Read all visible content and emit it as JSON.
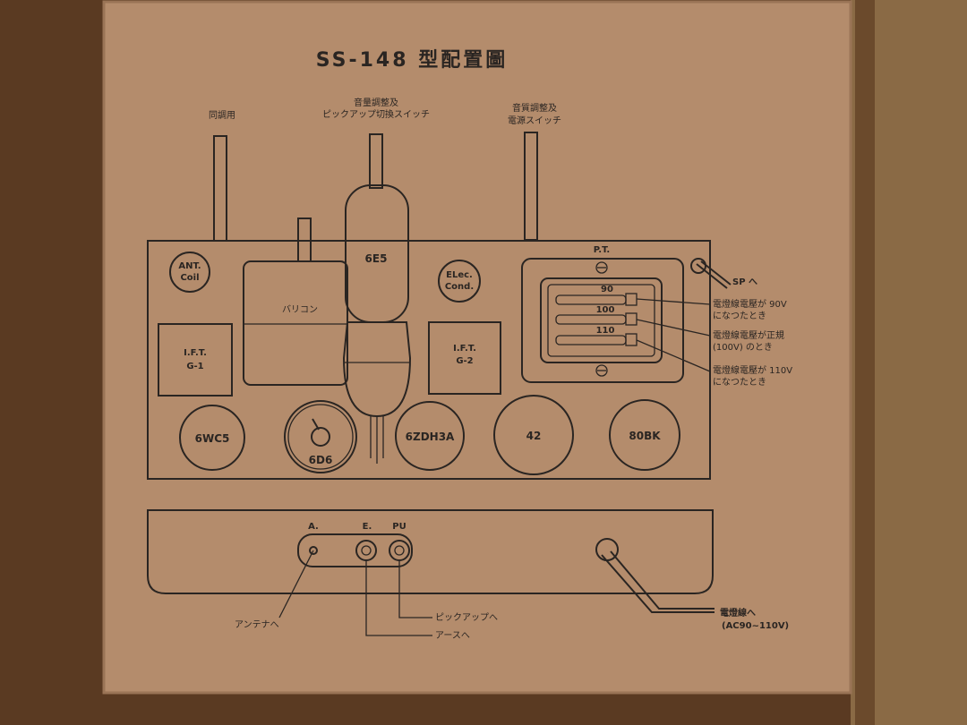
{
  "title": "SS-148 型配置圖",
  "labels": {
    "tuning_coil_shaft": "同調用",
    "volume_line1": "音量調整及",
    "volume_line2": "ピックアップ切換スイッチ",
    "tone_line1": "音質調整及",
    "tone_line2": "電源スイッチ",
    "ant_coil_1": "ANT.",
    "ant_coil_2": "Coil",
    "variable_cap": "バリコン",
    "tube_6e5": "6E5",
    "elec_cond_1": "ELec.",
    "elec_cond_2": "Cond.",
    "pt": "P.T.",
    "sp": "SP へ",
    "ift1_1": "I.F.T.",
    "ift1_2": "G-1",
    "ift2_1": "I.F.T.",
    "ift2_2": "G-2",
    "tap_90": "90",
    "tap_100": "100",
    "tap_110": "110",
    "note_90_l1": "電燈線電壓が 90V",
    "note_90_l2": "になつたとき",
    "note_100_l1": "電燈線電壓が正規",
    "note_100_l2": "(100V) のとき",
    "note_110_l1": "電燈線電壓が 110V",
    "note_110_l2": "になつたとき",
    "tube_6wc5": "6WC5",
    "tube_6d6": "6D6",
    "tube_6zdh3a": "6ZDH3A",
    "tube_42": "42",
    "tube_80bk": "80BK",
    "term_a": "A.",
    "term_e": "E.",
    "term_pu": "PU",
    "to_antenna": "アンテナへ",
    "to_pickup": "ピックアップへ",
    "to_earth": "アースへ",
    "to_mains_1": "電燈線へ",
    "to_mains_2": "(AC90~110V)"
  },
  "colors": {
    "wall_wood": "#5a3a22",
    "wall_right": "#8a6a45",
    "paper": "#b48c6c",
    "ink": "#2a2522"
  }
}
